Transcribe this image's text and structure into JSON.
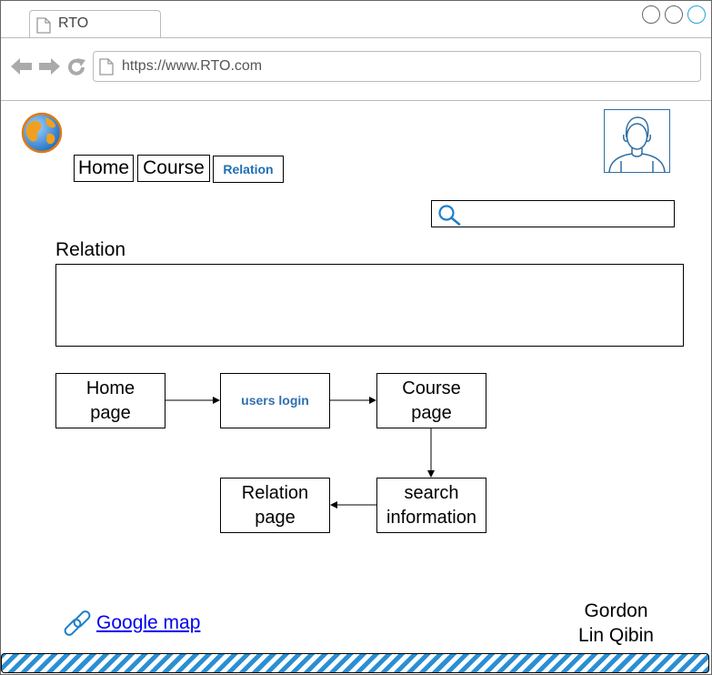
{
  "browser": {
    "tab_title": "RTO",
    "url": "https://www.RTO.com"
  },
  "nav": {
    "items": [
      {
        "label": "Home",
        "active": false
      },
      {
        "label": "Course",
        "active": false
      },
      {
        "label": "Relation",
        "active": true
      }
    ]
  },
  "search": {
    "placeholder": "",
    "value": ""
  },
  "main": {
    "heading": "Relation",
    "flow": {
      "nodes": [
        "Home page",
        "users login",
        "Course page",
        "search information",
        "Relation page"
      ]
    }
  },
  "footer": {
    "map_link": "Google map",
    "author_line1": "Gordon",
    "author_line2": "Lin Qibin"
  },
  "icons": {
    "logo": "globe-icon",
    "avatar": "user-avatar-icon",
    "search": "search-icon",
    "link": "link-icon"
  },
  "colors": {
    "accent": "#1f6fb5",
    "link": "#0000ee",
    "hatch": "#2a8fd3"
  }
}
